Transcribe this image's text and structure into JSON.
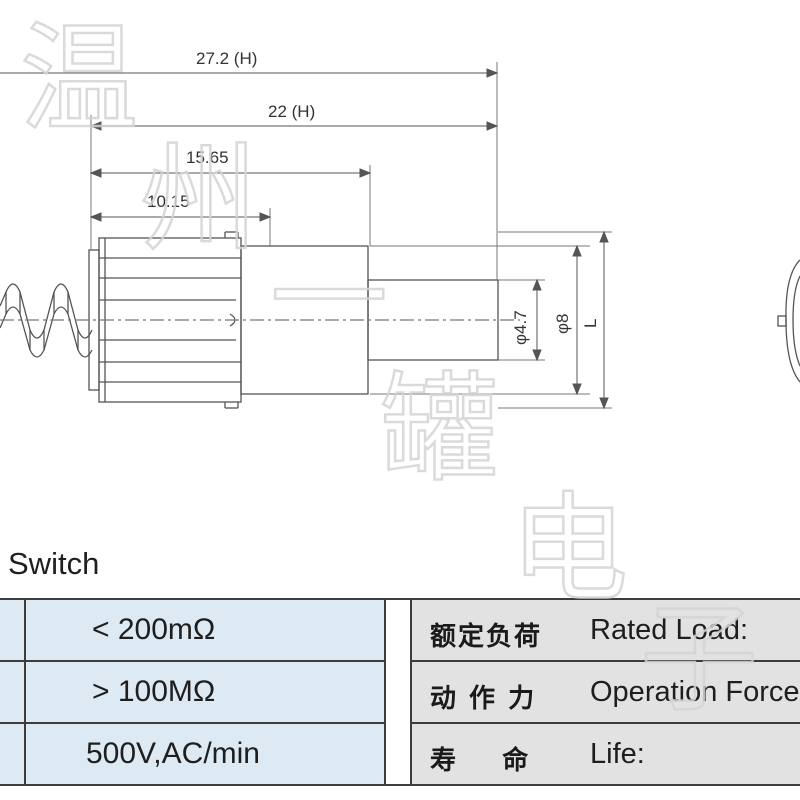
{
  "dimensions": {
    "overall_length": "27.2 (H)",
    "body_length": "22 (H)",
    "stem_offset": "15.65",
    "collar_length": "10.15",
    "shaft_diameter": "φ4.7",
    "housing_diameter": "φ8",
    "length_label": "L"
  },
  "section_title": "Switch",
  "specs": [
    {
      "value": "< 200mΩ",
      "label_zh": "额定负荷",
      "label_en": "Rated Load:"
    },
    {
      "value": "> 100MΩ",
      "label_zh": "动 作 力",
      "label_en": "Operation Force"
    },
    {
      "value": "500V,AC/min",
      "label_zh": "寿    命",
      "label_en": "Life:"
    }
  ],
  "watermark": [
    "温",
    "州",
    "一",
    "罐",
    "电",
    "子"
  ],
  "colors": {
    "blue_cell": "#dde9f3",
    "grey_cell": "#e2e2e2",
    "line": "#555555"
  }
}
